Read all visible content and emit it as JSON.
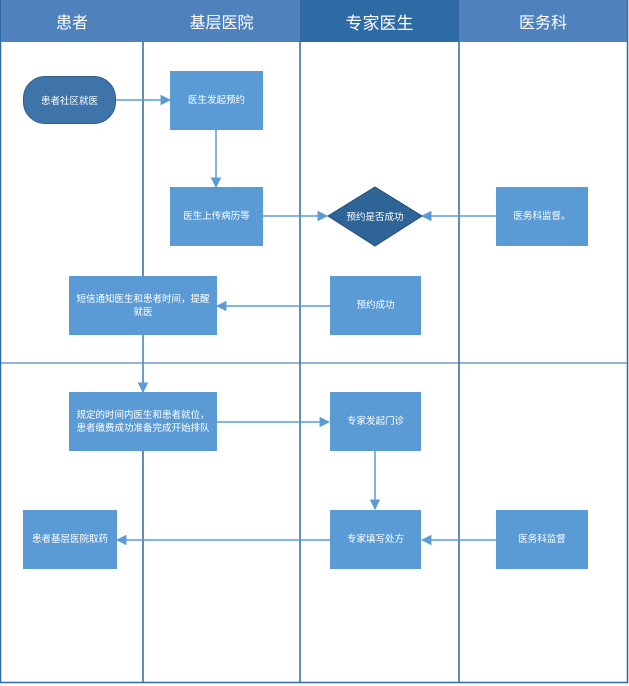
{
  "lanes": {
    "patient": "患者",
    "hospital": "基层医院",
    "expert": "专家医生",
    "medical": "医务科"
  },
  "nodes": {
    "start": "患者社区就医",
    "doctor_book": "医生发起预约",
    "upload": "医生上传病历等",
    "decision": "预约是否成功",
    "supervise1": "医务科监督。",
    "book_success": "预约成功",
    "sms": "短信通知医生和患者时间，提醒就医",
    "ready": "规定的时间内医生和患者就位，患者缴费成功准备完成开始排队",
    "clinic": "专家发起门诊",
    "prescribe": "专家填写处方",
    "supervise2": "医务科监督",
    "medicine": "患者基层医院取药"
  },
  "colors": {
    "header": "#4f81bd",
    "header_active": "#2e6aa3",
    "node": "#5b9bd5",
    "start_node": "#3f74aa",
    "decision": "#2f6497",
    "connector": "#5b9bd5",
    "lane_line": "#2e6aa3"
  }
}
